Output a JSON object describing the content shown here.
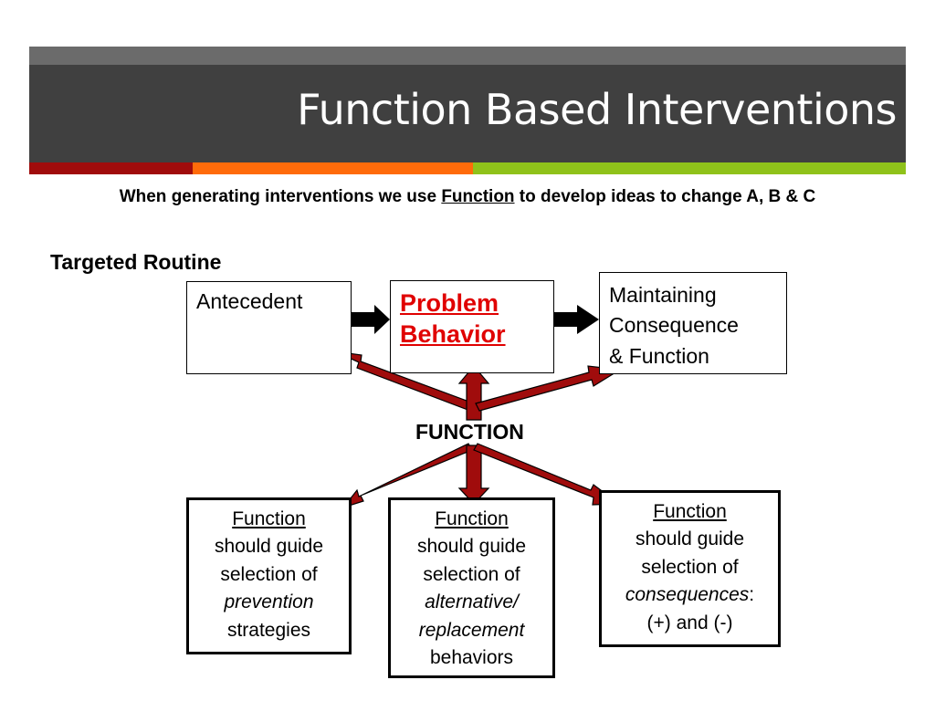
{
  "title": "Function Based Interventions",
  "colors": {
    "title_band": "#404040",
    "accent_red": "#a00c0c",
    "accent_orange": "#ff6b0a",
    "accent_green": "#8fc21a",
    "arrow_red": "#a00c0c",
    "problem_text": "#e00000"
  },
  "subtitle": {
    "before": "When generating interventions we use ",
    "emphasis": "Function",
    "after": " to develop ideas to change A, B & C"
  },
  "routine_label": "Targeted Routine",
  "boxes": {
    "antecedent": "Antecedent",
    "problem_line1": "Problem",
    "problem_line2": "Behavior",
    "maintaining_line1": "Maintaining",
    "maintaining_line2": "Consequence",
    "maintaining_line3": "& Function"
  },
  "center_label": "FUNCTION",
  "guides": {
    "prevention": {
      "line1": "Function",
      "line2": "should guide",
      "line3": "selection of",
      "line4": "prevention",
      "line5": "strategies"
    },
    "alternative": {
      "line1": "Function",
      "line2": "should guide",
      "line3": "selection of",
      "line4": "alternative/",
      "line5": "replacement",
      "line6": "behaviors"
    },
    "consequences": {
      "line1": "Function",
      "line2": "should guide",
      "line3": "selection of",
      "line4": "consequences",
      "line4_suffix": ":",
      "line5": "(+) and (-)"
    }
  }
}
